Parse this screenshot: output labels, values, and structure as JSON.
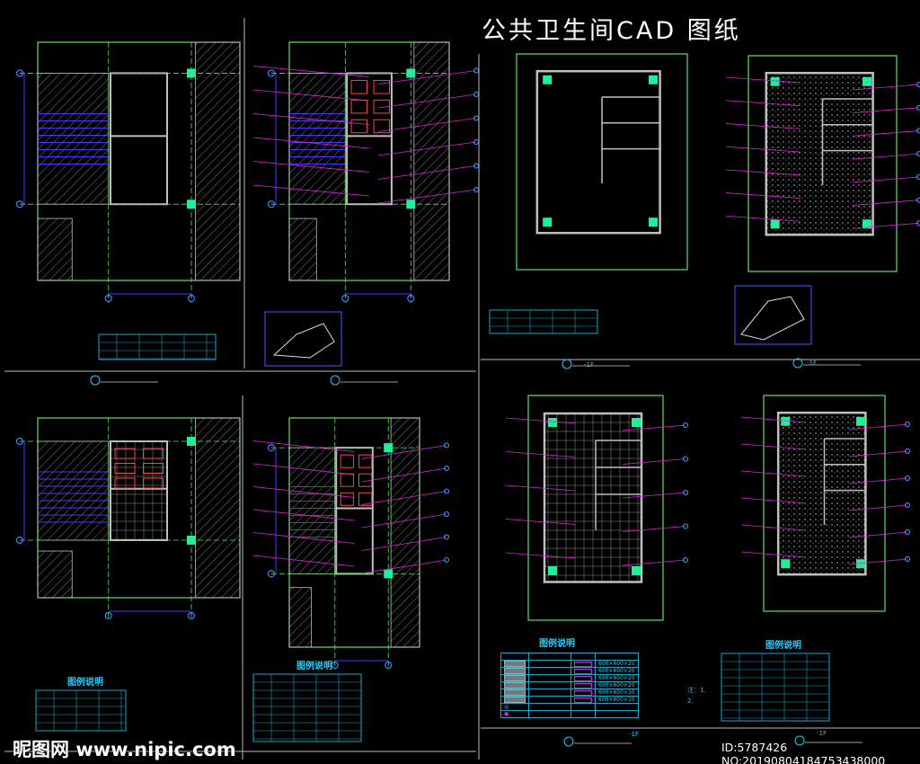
{
  "title": "公共卫生间CAD  图纸",
  "watermark": {
    "site_cn": "昵图网",
    "site_url": "www.nipic.com"
  },
  "image_id": "ID:5787426 NO:20190804184753438000",
  "legend": {
    "title": "图例说明",
    "rows": [
      {
        "size": "600×600×20"
      },
      {
        "size": "600×600×20"
      },
      {
        "size": "600×600×20"
      },
      {
        "size": "600×600×20"
      },
      {
        "size": "600×600×10"
      },
      {
        "size": "600×600×10"
      }
    ],
    "notes": [
      "注：1.",
      "2."
    ]
  },
  "legend2": {
    "title": "图例说明"
  },
  "legend3": {
    "title": "图例说明"
  },
  "legend4": {
    "title": "图例说明"
  },
  "sheet_labels": {
    "s1": "-1F",
    "s2": "-1F",
    "s3": "-1F",
    "s4": "-1F"
  },
  "colors": {
    "frame": "#66dd66",
    "wall": "#bfbfbf",
    "dim": "#5533ff",
    "leader": "#e020e0",
    "table": "#18a8c8",
    "column": "#22ee99"
  }
}
